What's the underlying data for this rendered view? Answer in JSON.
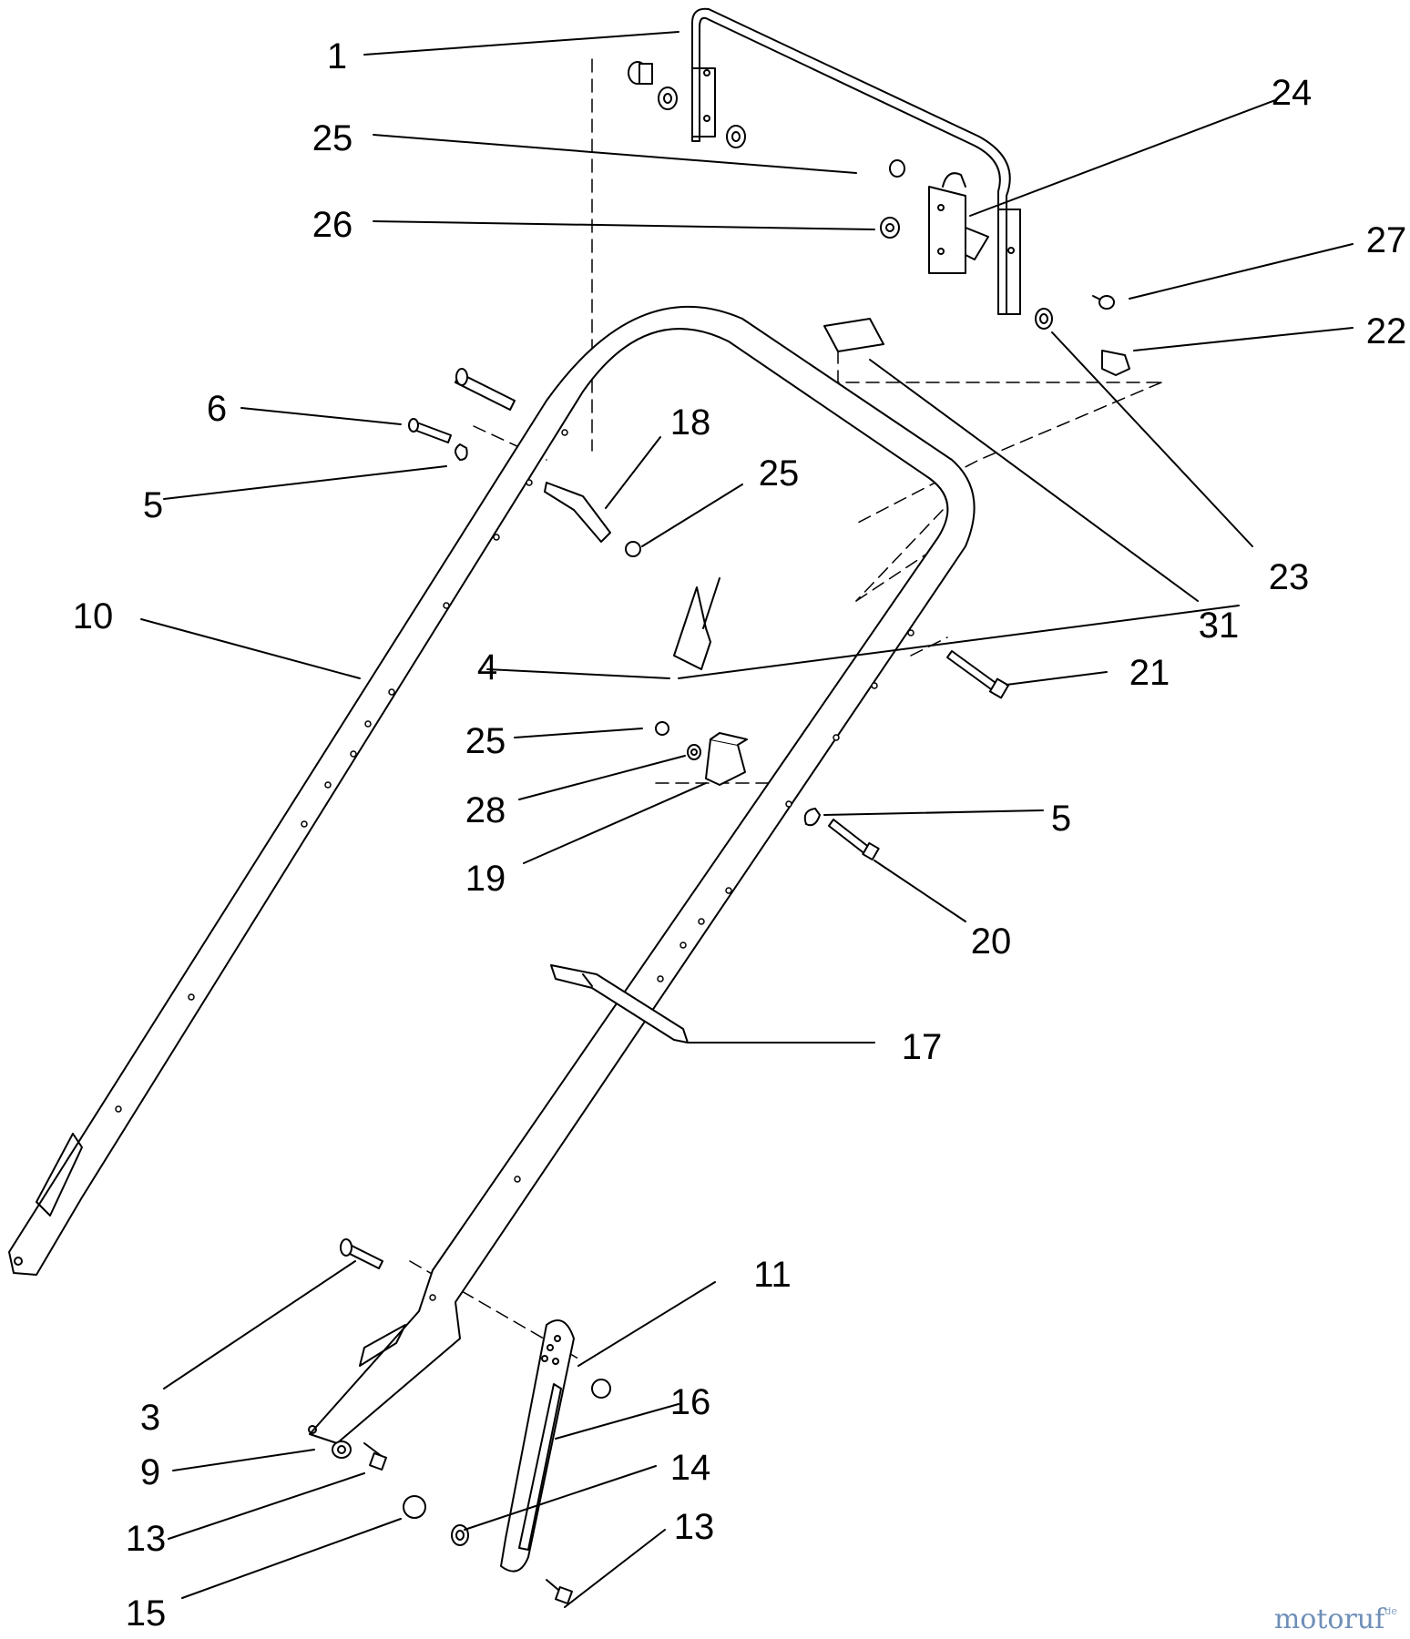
{
  "diagram": {
    "type": "exploded parts diagram",
    "subject": "lawn mower handle assembly",
    "callouts": [
      "1",
      "24",
      "25",
      "26",
      "27",
      "22",
      "6",
      "18",
      "25",
      "5",
      "23",
      "31",
      "10",
      "21",
      "4",
      "25",
      "5",
      "28",
      "19",
      "20",
      "17",
      "11",
      "3",
      "16",
      "9",
      "14",
      "13",
      "13",
      "15"
    ]
  },
  "watermark": {
    "part1": "motoruf",
    "part2": "de"
  },
  "colors": {
    "line": "#000000",
    "background": "#ffffff",
    "watermark": "#7f9dc0"
  }
}
